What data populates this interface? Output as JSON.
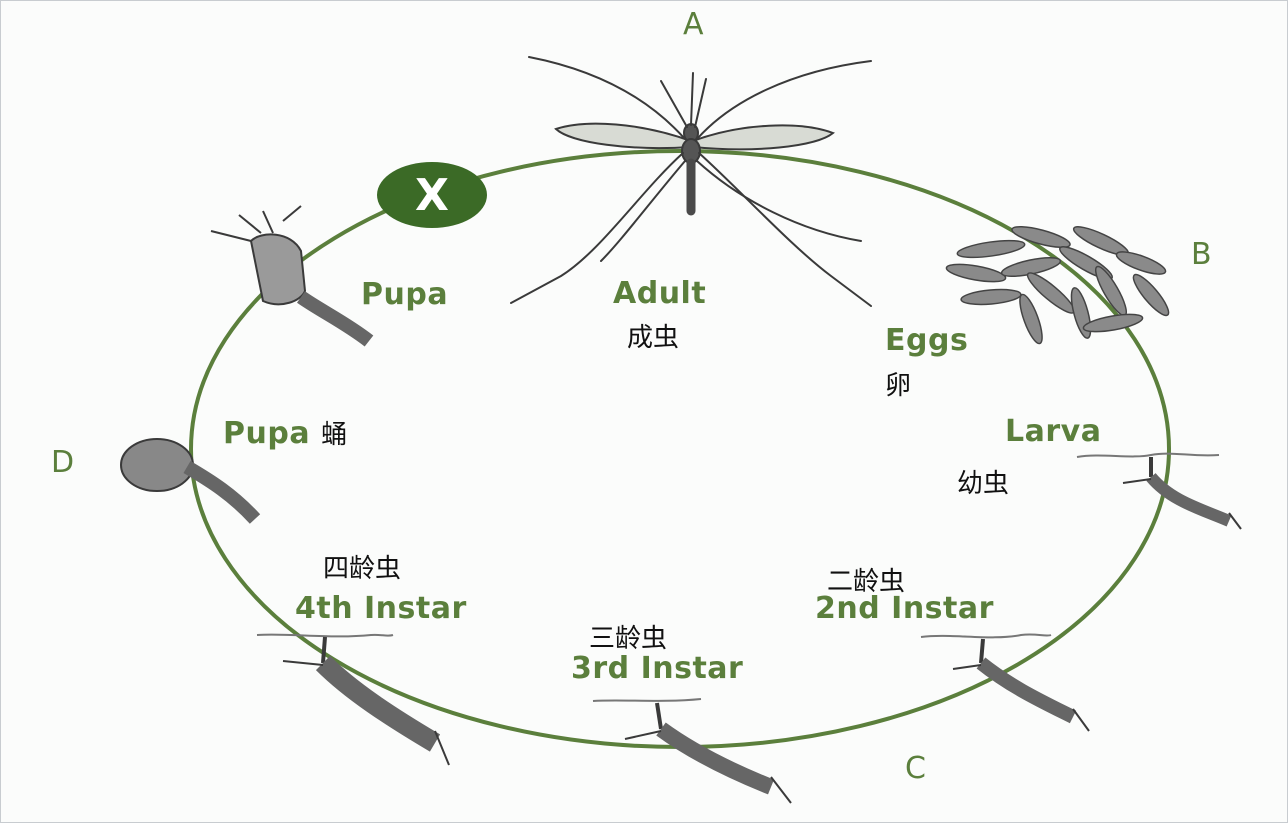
{
  "colors": {
    "ring": "#5b7f3c",
    "label_green": "#5b7f3c",
    "badge": "#3b6a26",
    "chinese_text": "#111111",
    "insect": "#3a3a3a"
  },
  "markers": {
    "a": "A",
    "b": "B",
    "c": "C",
    "d": "D",
    "x": "X"
  },
  "stages": {
    "adult": {
      "en": "Adult",
      "zh": "成虫"
    },
    "eggs": {
      "en": "Eggs",
      "zh": "卵"
    },
    "larva": {
      "en": "Larva",
      "zh": "幼虫"
    },
    "second_instar": {
      "en": "2nd Instar",
      "zh": "二龄虫"
    },
    "third_instar": {
      "en": "3rd Instar",
      "zh": "三龄虫"
    },
    "fourth_instar": {
      "en": "4th Instar",
      "zh": "四龄虫"
    },
    "pupa_lower": {
      "en": "Pupa",
      "zh": "蛹"
    },
    "pupa_upper": {
      "en": "Pupa"
    }
  },
  "icons": [
    "mosquito-adult-icon",
    "eggs-icon",
    "larva-icon",
    "pupa-icon",
    "x-badge-icon"
  ]
}
